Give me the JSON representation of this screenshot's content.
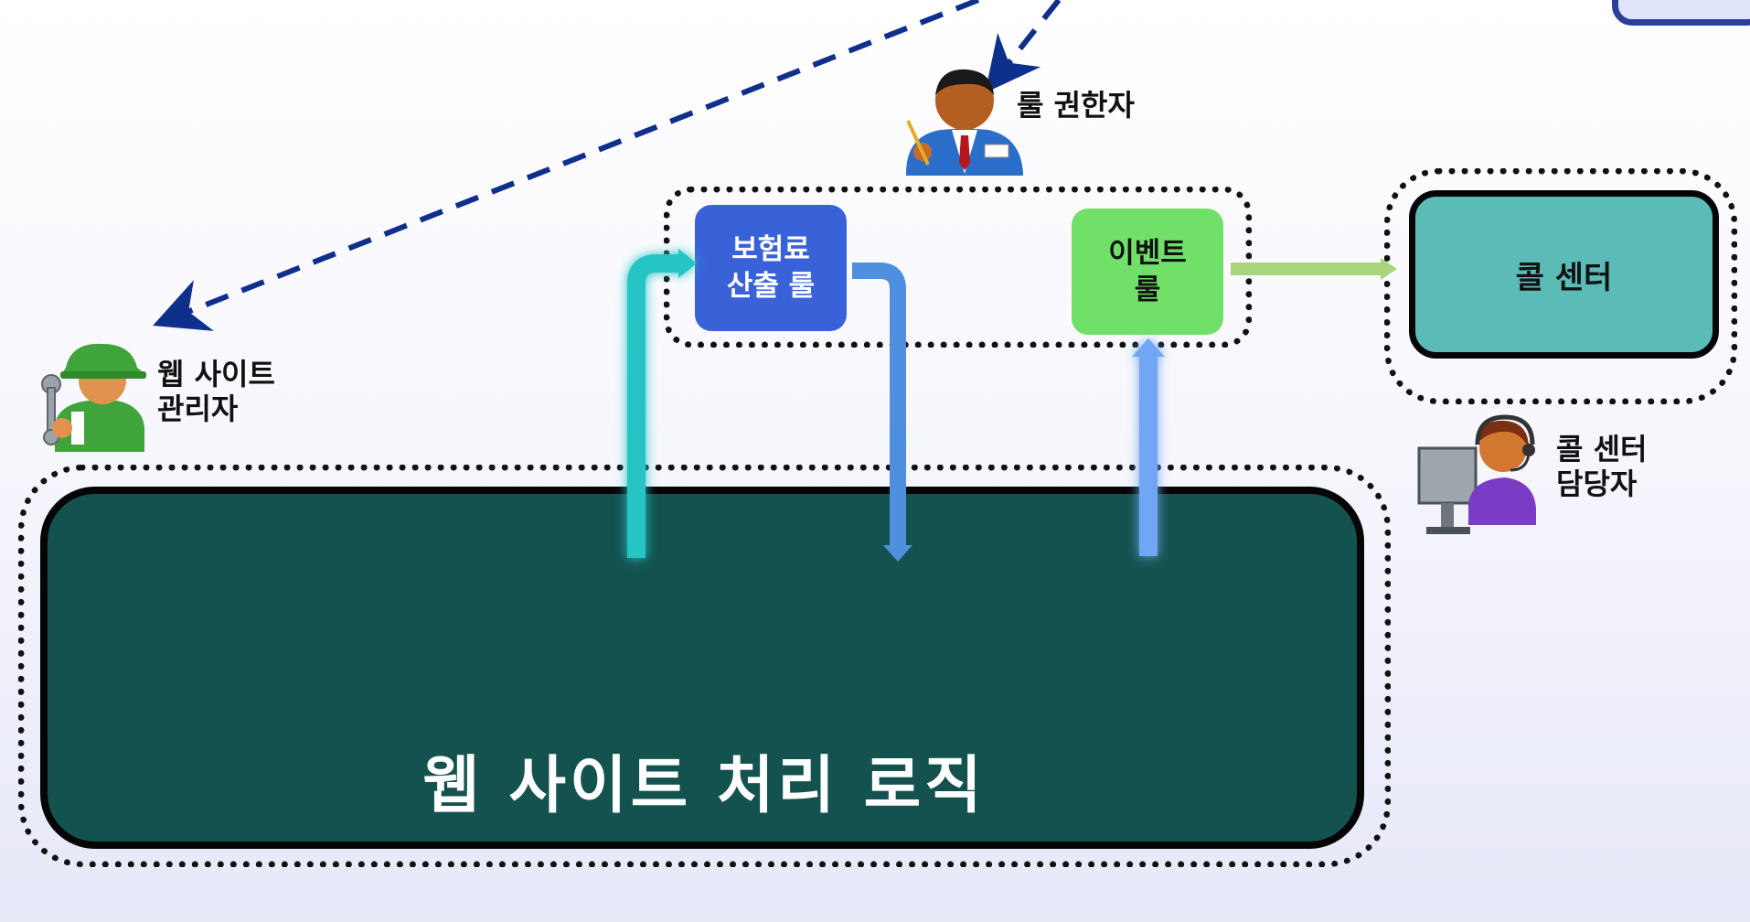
{
  "diagram": {
    "main_logic": {
      "label": "웹 사이트 처리 로직"
    },
    "rules": {
      "premium": {
        "label": "보험료\n산출 룰",
        "color": "#3a62d8"
      },
      "event": {
        "label": "이벤트\n룰",
        "color": "#71e069"
      }
    },
    "call_center": {
      "label": "콜 센터",
      "color": "#5bbcb7"
    },
    "actors": {
      "rule_authority": {
        "label": "룰 권한자",
        "icon": "businessman-icon"
      },
      "site_admin": {
        "label": "웹 사이트\n관리자",
        "icon": "mechanic-icon"
      },
      "call_center_agent": {
        "label": "콜 센터\n담당자",
        "icon": "call-agent-icon"
      }
    },
    "colors": {
      "main_box": "#145250",
      "dashed_arrow": "#0f2f8c",
      "cyan_arrow": "#26c4c4",
      "blue_arrow": "#4f8fe0",
      "green_arrow": "#a9d47c"
    }
  }
}
